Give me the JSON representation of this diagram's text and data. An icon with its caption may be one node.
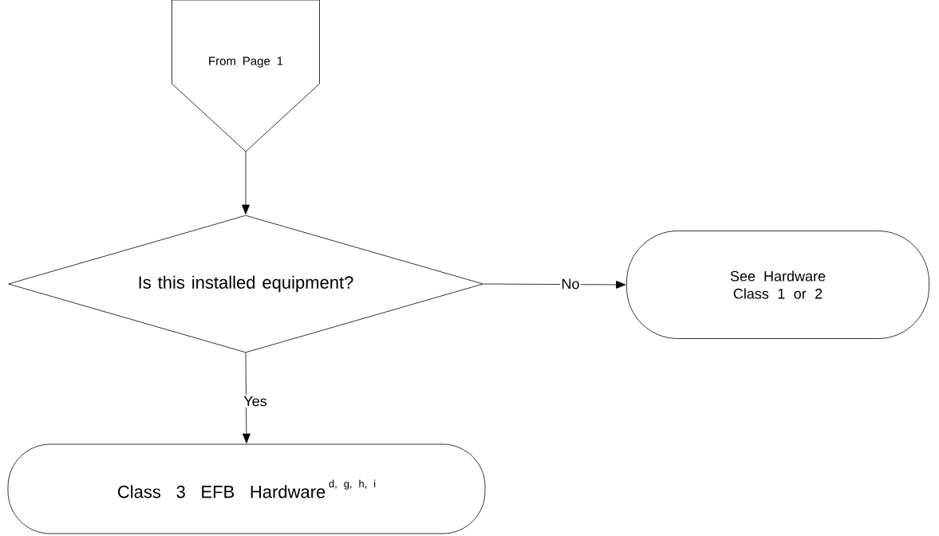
{
  "diagram": {
    "nodes": [
      {
        "text": [
          "From Page 1"
        ]
      },
      {
        "text": [
          "Is this installed equipment?"
        ]
      },
      {
        "text": [
          "See Hardware Class 1 or 2"
        ]
      },
      {
        "text": [
          "Class 3 EFB Hardware",
          "d, g, h, i"
        ]
      }
    ],
    "edges": [
      {
        "from": 0,
        "to": 1,
        "arrow": "to"
      },
      {
        "from": 1,
        "to": 2,
        "arrow": "to",
        "label": "No"
      },
      {
        "from": 1,
        "to": 3,
        "arrow": "to",
        "label": "Yes"
      }
    ]
  }
}
